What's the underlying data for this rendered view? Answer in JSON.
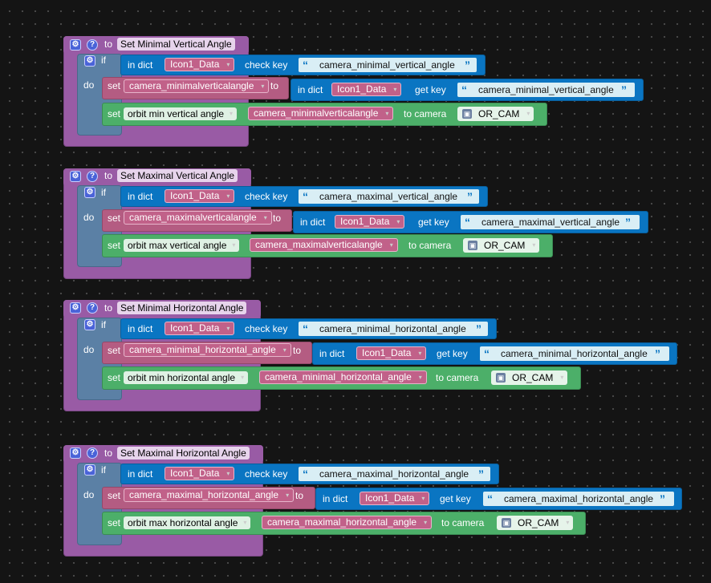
{
  "labels": {
    "to": "to",
    "if": "if",
    "do": "do",
    "in_dict": "in dict",
    "check_key": "check key",
    "set": "set",
    "get_key": "get key",
    "to_camera": "to camera"
  },
  "icons": {
    "gear": "gear-icon",
    "help": "help-icon",
    "quote_open": "“",
    "quote_close": "”",
    "dropdown": "▾",
    "camera": "cube-icon"
  },
  "colors": {
    "procedure": "#995ba5",
    "if_block": "#5b80a5",
    "dict_block": "#0a75c2",
    "set_block": "#b45c82",
    "camera_block": "#4caf69",
    "background": "#141414"
  },
  "blocks": [
    {
      "name": "Set Minimal Vertical Angle",
      "dict": "Icon1_Data",
      "check_key": "camera_minimal_vertical_angle",
      "variable": "camera_minimalverticalangle",
      "get_key": "camera_minimal_vertical_angle",
      "orbit": "orbit min vertical angle",
      "camera": "OR_CAM"
    },
    {
      "name": "Set Maximal Vertical Angle",
      "dict": "Icon1_Data",
      "check_key": "camera_maximal_vertical_angle",
      "variable": "camera_maximalverticalangle",
      "get_key": "camera_maximal_vertical_angle",
      "orbit": "orbit max vertical angle",
      "camera": "OR_CAM"
    },
    {
      "name": "Set Minimal Horizontal Angle",
      "dict": "Icon1_Data",
      "check_key": "camera_minimal_horizontal_angle",
      "variable": "camera_minimal_horizontal_angle",
      "get_key": "camera_minimal_horizontal_angle",
      "orbit": "orbit min horizontal angle",
      "camera": "OR_CAM"
    },
    {
      "name": "Set Maximal Horizontal Angle",
      "dict": "Icon1_Data",
      "check_key": "camera_maximal_horizontal_angle",
      "variable": "camera_maximal_horizontal_angle",
      "get_key": "camera_maximal_horizontal_angle",
      "orbit": "orbit max horizontal angle",
      "camera": "OR_CAM"
    }
  ]
}
